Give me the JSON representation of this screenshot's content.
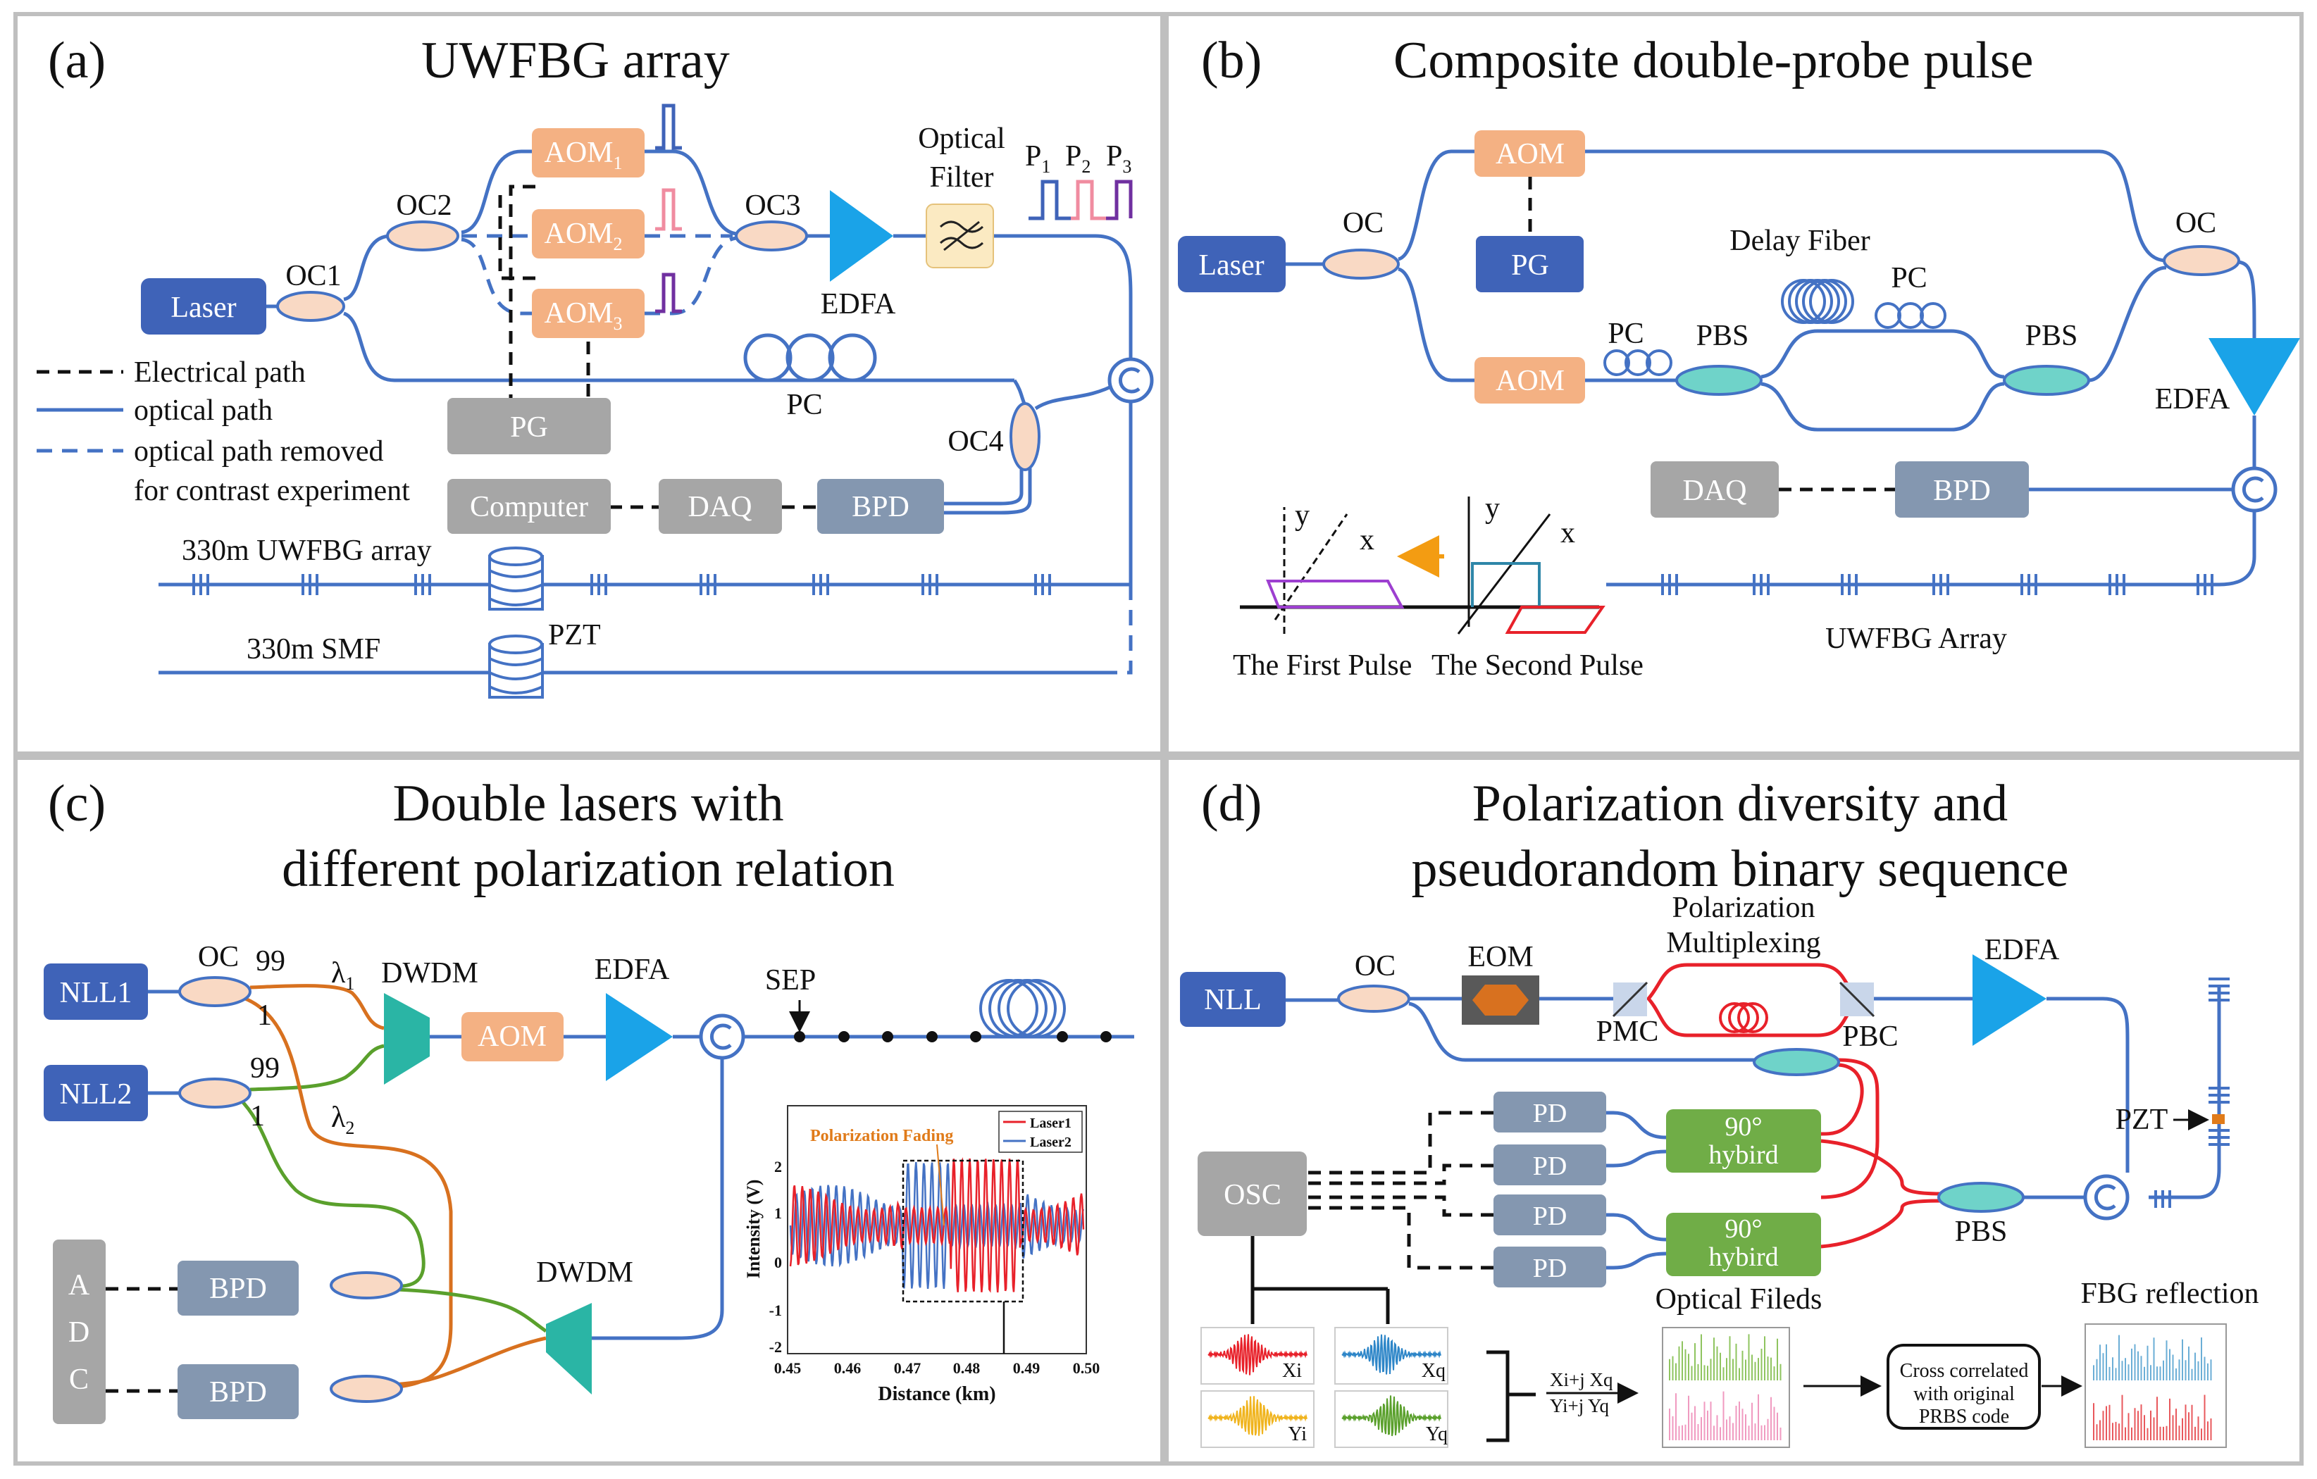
{
  "panels": {
    "a": {
      "tag": "(a)",
      "title": "UWFBG array",
      "laser": "Laser",
      "oc1": "OC1",
      "oc2": "OC2",
      "oc3": "OC3",
      "oc4": "OC4",
      "aom1": "AOM",
      "aom2": "AOM",
      "aom3": "AOM",
      "sub1": "1",
      "sub2": "2",
      "sub3": "3",
      "edfa": "EDFA",
      "filter1": "Optical",
      "filter2": "Filter",
      "p1": "P",
      "p2": "P",
      "p3": "P",
      "pc": "PC",
      "pg": "PG",
      "computer": "Computer",
      "daq": "DAQ",
      "bpd": "BPD",
      "legend_electrical": "Electrical path",
      "legend_optical": "optical path",
      "legend_removed1": "optical path removed",
      "legend_removed2": "for contrast experiment",
      "array_label": "330m UWFBG array",
      "smf_label": "330m SMF",
      "pzt": "PZT"
    },
    "b": {
      "tag": "(b)",
      "title": "Composite double-probe pulse",
      "laser": "Laser",
      "oc_left": "OC",
      "oc_right": "OC",
      "aom_top": "AOM",
      "aom_bottom": "AOM",
      "pg": "PG",
      "delay_fiber": "Delay Fiber",
      "pc1": "PC",
      "pc2": "PC",
      "pbs1": "PBS",
      "pbs2": "PBS",
      "edfa": "EDFA",
      "daq": "DAQ",
      "bpd": "BPD",
      "axis_y1": "y",
      "axis_x1": "x",
      "axis_y2": "y",
      "axis_x2": "x",
      "first_pulse": "The First Pulse",
      "second_pulse": "The Second Pulse",
      "array_label": "UWFBG Array"
    },
    "c": {
      "tag": "(c)",
      "title1": "Double lasers with",
      "title2": "different polarization relation",
      "nll1": "NLL1",
      "nll2": "NLL2",
      "oc": "OC",
      "r99a": "99",
      "r1a": "1",
      "r99b": "99",
      "r1b": "1",
      "lambda1": "λ",
      "lambda2": "λ",
      "lsub1": "1",
      "lsub2": "2",
      "dwdm_top": "DWDM",
      "dwdm_bottom": "DWDM",
      "aom": "AOM",
      "edfa": "EDFA",
      "sep": "SEP",
      "adc_a": "A",
      "adc_d": "D",
      "adc_c": "C",
      "bpd1": "BPD",
      "bpd2": "BPD"
    },
    "d": {
      "tag": "(d)",
      "title1": "Polarization diversity and",
      "title2": "pseudorandom binary sequence",
      "nll": "NLL",
      "oc": "OC",
      "eom": "EOM",
      "pm1": "Polarization",
      "pm2": "Multiplexing",
      "pmc": "PMC",
      "pbc": "PBC",
      "edfa": "EDFA",
      "pd1": "PD",
      "pd2": "PD",
      "pd3": "PD",
      "pd4": "PD",
      "hyb1a": "90°",
      "hyb1b": "hybird",
      "hyb2a": "90°",
      "hyb2b": "hybird",
      "osc": "OSC",
      "pbs": "PBS",
      "pzt": "PZT",
      "xi": "Xi",
      "xq": "Xq",
      "yi": "Yi",
      "yq": "Yq",
      "combine1": "Xi+j Xq",
      "combine2": "Yi+j Yq",
      "optical_fields": "Optical Fileds",
      "cross1": "Cross correlated",
      "cross2": "with original",
      "cross3": "PRBS code",
      "fbg_reflection": "FBG reflection"
    }
  },
  "inset_c": {
    "ylabel": "Intensity (V)",
    "xlabel": "Distance (km)",
    "annotation": "Polarization Fading",
    "legend": [
      "Laser1",
      "Laser2"
    ],
    "xticks": [
      "0.45",
      "0.46",
      "0.47",
      "0.48",
      "0.49",
      "0.50"
    ],
    "yticks": [
      "2",
      "1",
      "0",
      "-1",
      "-2"
    ]
  },
  "colors": {
    "fiber": "#4472c4",
    "laser_box": "#3f63b8",
    "aom_box": "#f4b183",
    "gray_box": "#a6a6a6",
    "bpd_box": "#8497b0",
    "edfa": "#1aa3e8",
    "hybrid": "#70ad47",
    "red_fiber": "#e8212a",
    "orange_fiber": "#d8711f",
    "green_fiber": "#5aa02c",
    "dwdm": "#2ab5a5"
  }
}
